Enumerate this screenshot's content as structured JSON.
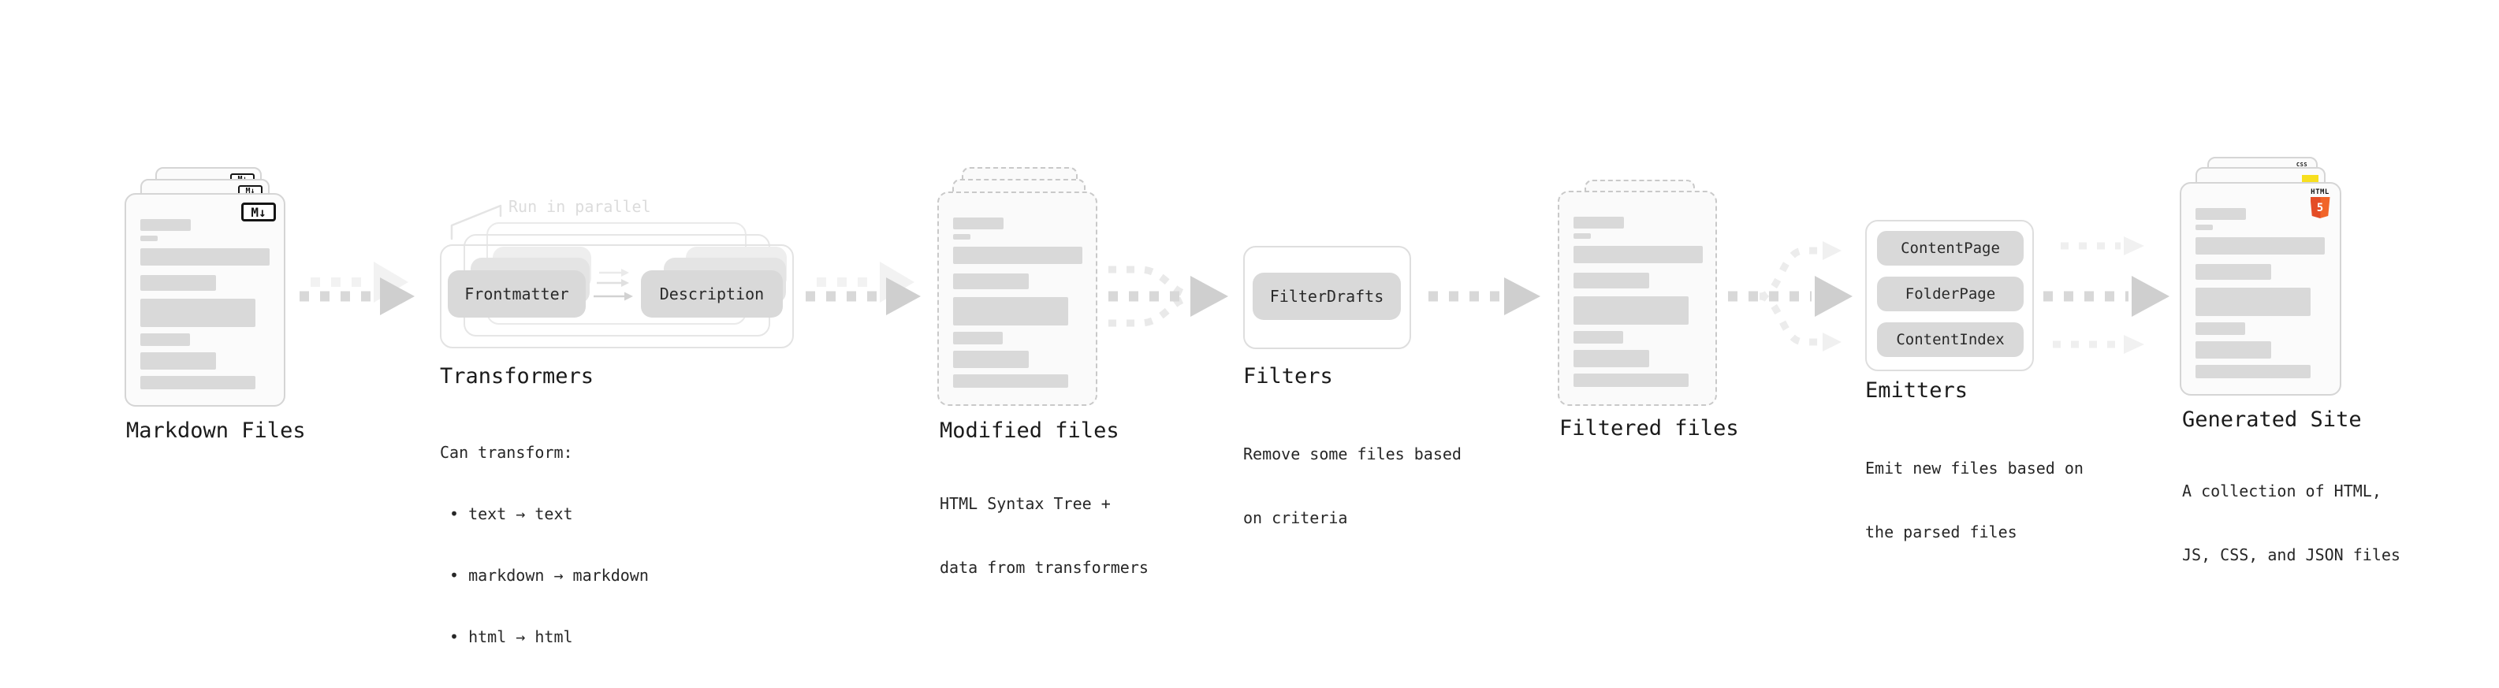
{
  "diagram": {
    "markdown_files": {
      "label": "Markdown Files",
      "badge": "M↓"
    },
    "transformers": {
      "title": "Transformers",
      "annotation": "Run in parallel",
      "boxes": [
        "Frontmatter",
        "Description"
      ],
      "description_lines": [
        "Can transform:",
        "• text → text",
        "• markdown → markdown",
        "• html → html"
      ]
    },
    "modified_files": {
      "label": "Modified files",
      "description_lines": [
        "HTML Syntax Tree +",
        "data from transformers"
      ]
    },
    "filters": {
      "title": "Filters",
      "boxes": [
        "FilterDrafts"
      ],
      "description_lines": [
        "Remove some files based",
        "on criteria"
      ]
    },
    "filtered_files": {
      "label": "Filtered files"
    },
    "emitters": {
      "title": "Emitters",
      "boxes": [
        "ContentPage",
        "FolderPage",
        "ContentIndex"
      ],
      "description_lines": [
        "Emit new files based on",
        "the parsed files"
      ]
    },
    "generated_site": {
      "label": "Generated Site",
      "badges": {
        "css": "CSS",
        "html": "HTML",
        "html_number": "5"
      },
      "description_lines": [
        "A collection of HTML,",
        "JS, CSS, and JSON files"
      ]
    },
    "colors": {
      "css_blue": "#2962ff",
      "js_yellow": "#f7df1e",
      "html5_orange": "#e44d26",
      "html5_orange_light": "#f16529"
    }
  }
}
